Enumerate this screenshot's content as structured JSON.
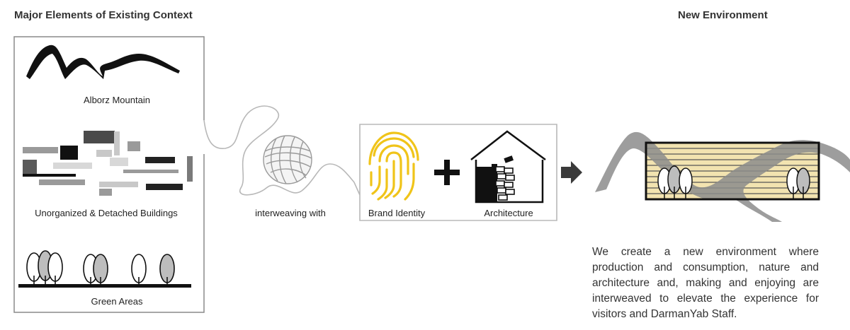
{
  "headings": {
    "left": "Major Elements of Existing Context",
    "right": "New Environment"
  },
  "labels": {
    "mountain": "Alborz Mountain",
    "buildings": "Unorganized & Detached Buildings",
    "green": "Green Areas",
    "weave": "interweaving with",
    "brand": "Brand Identity",
    "architecture": "Architecture"
  },
  "description": "We create a new environment  where production and consumption, nature and architecture and, making and enjoying are interweaved to elevate the experience for visitors and DarmanYab Staff.",
  "colors": {
    "frame": "#8a8a8a",
    "thread": "#b8b8b8",
    "fingerprint": "#f0c419",
    "ink": "#111111",
    "mountain_gray": "#8c8c8c",
    "stripe_yellow": "#f2e3b0"
  },
  "icons": [
    "mountain-icon",
    "buildings-icon",
    "trees-icon",
    "yarn-ball-icon",
    "fingerprint-icon",
    "plus-icon",
    "house-icon",
    "arrow-right-icon",
    "new-environment-icon"
  ]
}
